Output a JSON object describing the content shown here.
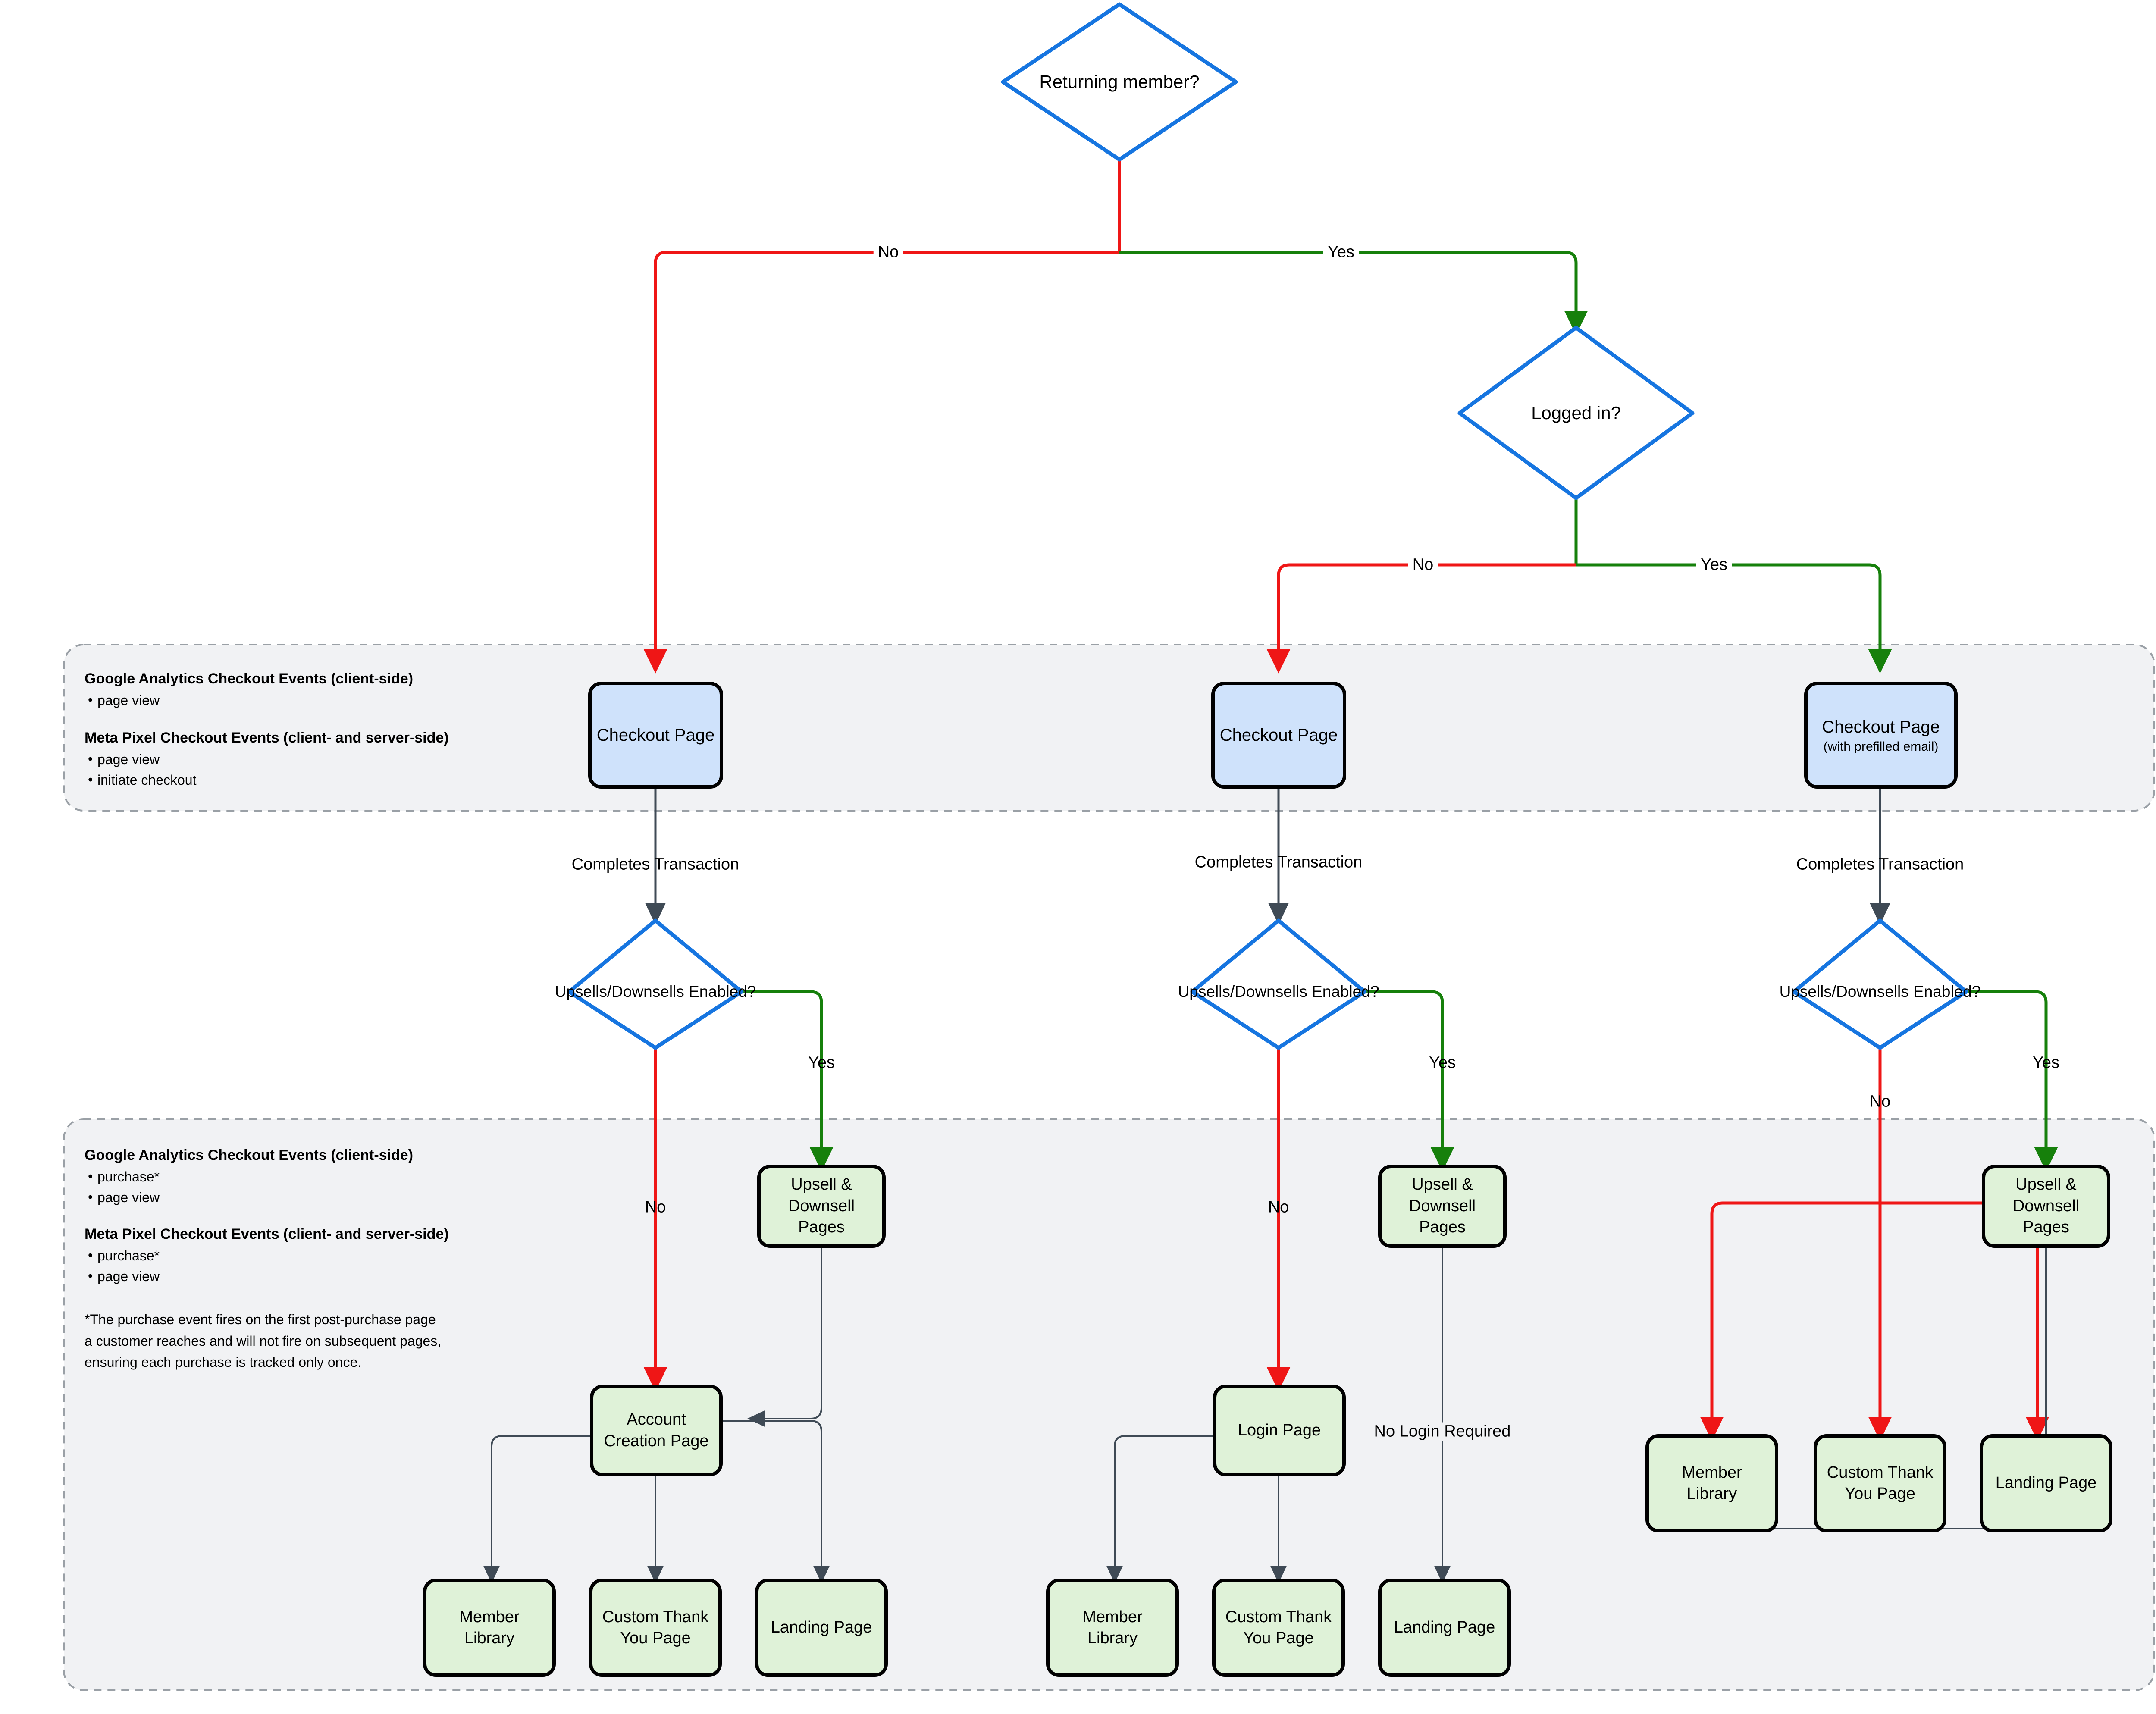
{
  "diagram": {
    "title": "Checkout Flow with Analytics Events",
    "colors": {
      "decision_stroke": "#1675e0",
      "process_blue_fill": "#cfe2fb",
      "process_green_fill": "#dff2d8",
      "node_stroke": "#000000",
      "edge_yes": "#16800b",
      "edge_no": "#ef1616",
      "edge_neutral": "#3f4a55",
      "group_fill": "#f1f2f4",
      "group_stroke": "#9aa0a6"
    },
    "decisions": {
      "returning_member": "Returning member?",
      "logged_in": "Logged in?",
      "upsells_enabled": "Upsells/Downsells Enabled?"
    },
    "nodes": {
      "checkout_page": "Checkout Page",
      "checkout_page_prefilled_line1": "Checkout Page",
      "checkout_page_prefilled_line2": "(with prefilled email)",
      "upsell_downsell_pages": "Upsell & Downsell Pages",
      "account_creation_page": "Account Creation Page",
      "login_page": "Login Page",
      "member_library": "Member Library",
      "custom_thank_you_page": "Custom Thank You Page",
      "landing_page": "Landing Page"
    },
    "edge_labels": {
      "no": "No",
      "yes": "Yes",
      "completes_transaction": "Completes Transaction",
      "no_login_required": "No Login Required"
    },
    "group_checkout": {
      "ga_heading": "Google Analytics Checkout Events (client-side)",
      "ga_events": [
        "page view"
      ],
      "meta_heading": "Meta Pixel Checkout Events (client- and server-side)",
      "meta_events": [
        "page view",
        "initiate checkout"
      ]
    },
    "group_purchase": {
      "ga_heading": "Google Analytics Checkout Events (client-side)",
      "ga_events": [
        "purchase*",
        "page view"
      ],
      "meta_heading": "Meta Pixel Checkout Events (client- and server-side)",
      "meta_events": [
        "purchase*",
        "page view"
      ],
      "footnote_line1": "*The purchase event fires on the first post-purchase page",
      "footnote_line2": "a customer reaches and will not fire on subsequent pages,",
      "footnote_line3": "ensuring each purchase is tracked only once."
    }
  }
}
